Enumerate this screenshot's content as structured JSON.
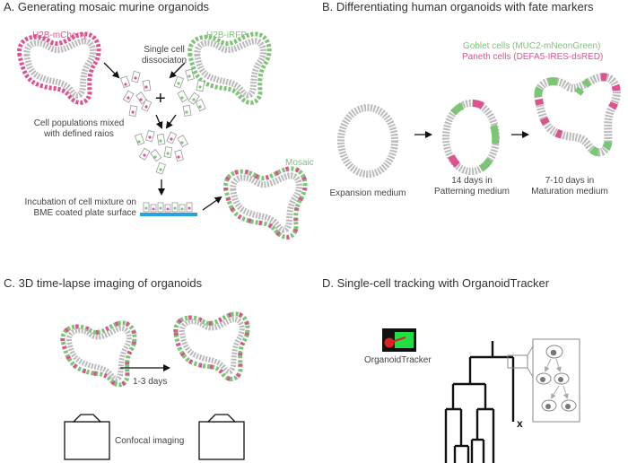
{
  "colors": {
    "pink": "#e0518f",
    "green": "#7cc576",
    "blue": "#29a3dd",
    "gray": "#888888",
    "black": "#111111",
    "red": "#e02020",
    "bright_green": "#22dd44"
  },
  "panel_a": {
    "title": "A.  Generating mosaic murine organoids",
    "h2b_mcherry": "H2B-mCherry",
    "h2b_irfp": "H2B-iRFP",
    "single_cell_line1": "Single cell",
    "single_cell_line2": "dissociaton",
    "plus": "+",
    "mixed_line1": "Cell populations mixed",
    "mixed_line2": "with defined raios",
    "incubation_line1": "Incubation of cell mixture on",
    "incubation_line2": "BME coated plate surface",
    "mosaic": "Mosaic"
  },
  "panel_b": {
    "title": "B.  Differentiating human organoids with fate markers",
    "goblet": "Goblet cells (MUC2-mNeonGreen)",
    "paneth": "Paneth cells (DEFA5-IRES-dsRED)",
    "stage1": "Expansion medium",
    "stage2_line1": "14 days in",
    "stage2_line2": "Patterning medium",
    "stage3_line1": "7-10 days in",
    "stage3_line2": "Maturation medium"
  },
  "panel_c": {
    "title": "C.  3D time-lapse imaging of organoids",
    "interval": "1-3 days",
    "confocal": "Confocal imaging"
  },
  "panel_d": {
    "title": "D.  Single-cell tracking with OrganoidTracker",
    "logo_label": "OrganoidTracker",
    "death_mark": "x"
  }
}
